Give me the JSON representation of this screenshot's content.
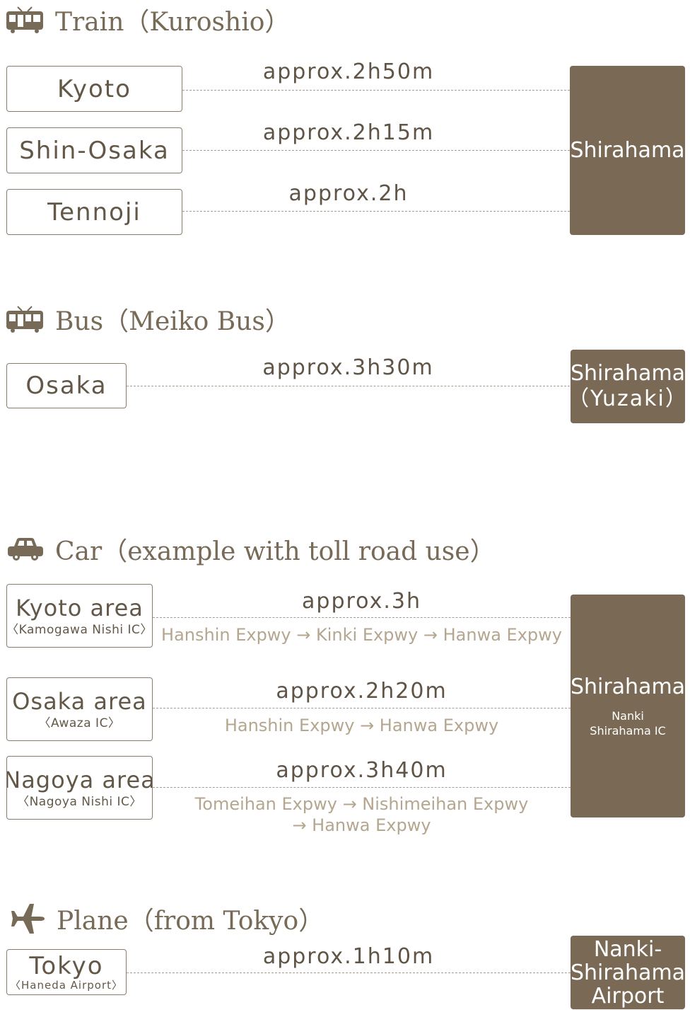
{
  "train": {
    "title": "Train（Kuroshio）",
    "icon": "train-icon",
    "routes": [
      {
        "origin": "Kyoto",
        "time": "approx.2h50m"
      },
      {
        "origin": "Shin-Osaka",
        "time": "approx.2h15m"
      },
      {
        "origin": "Tennoji",
        "time": "approx.2h"
      }
    ],
    "destination": "Shirahama"
  },
  "bus": {
    "title": "Bus（Meiko Bus）",
    "icon": "bus-icon",
    "origin": "Osaka",
    "time": "approx.3h30m",
    "destination_line1": "Shirahama",
    "destination_line2": "（Yuzaki）"
  },
  "car": {
    "title": "Car（example with toll road use）",
    "icon": "car-icon",
    "routes": [
      {
        "origin": "Kyoto area",
        "origin_sub": "〈Kamogawa Nishi IC〉",
        "time": "approx.3h",
        "route_line1": "Hanshin Expwy → Kinki Expwy → Hanwa Expwy",
        "route_line2": ""
      },
      {
        "origin": "Osaka area",
        "origin_sub": "〈Awaza IC〉",
        "time": "approx.2h20m",
        "route_line1": "Hanshin Expwy → Hanwa Expwy",
        "route_line2": ""
      },
      {
        "origin": "Nagoya area",
        "origin_sub": "〈Nagoya Nishi IC〉",
        "time": "approx.3h40m",
        "route_line1": "Tomeihan Expwy → Nishimeihan Expwy",
        "route_line2": "→ Hanwa Expwy"
      }
    ],
    "destination": "Shirahama",
    "destination_sub_line1": "Nanki",
    "destination_sub_line2": "Shirahama IC"
  },
  "plane": {
    "title": "Plane（from Tokyo）",
    "icon": "plane-icon",
    "origin": "Tokyo",
    "origin_sub": "〈Haneda Airport〉",
    "time": "approx.1h10m",
    "destination_line1": "Nanki-",
    "destination_line2": "Shirahama",
    "destination_line3": "Airport"
  },
  "colors": {
    "accent": "#7a6a55",
    "text": "#6b5f4f",
    "route": "#b4a68f",
    "dash": "#a89d8e"
  }
}
